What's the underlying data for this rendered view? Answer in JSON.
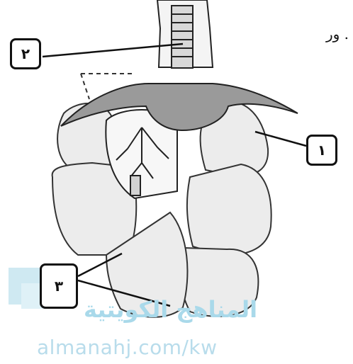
{
  "labels": {
    "one": "١",
    "two": "٢",
    "three": "٣"
  },
  "header_fragment": "ور .",
  "watermark": {
    "arabic": "المناهج الكويتية",
    "url": "almanahj.com/kw"
  },
  "colors": {
    "line": "#111111",
    "lobe_fill": "#ececec",
    "diaphragm_fill": "#999999",
    "watermark": "#a9d9ea"
  }
}
